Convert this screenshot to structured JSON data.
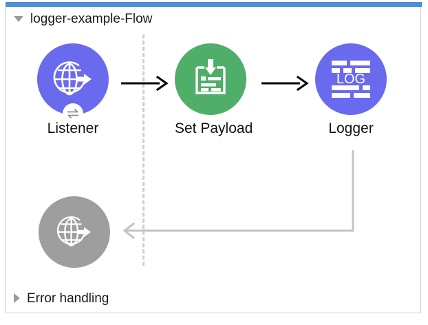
{
  "window": {
    "accent_color": "#4a90d9",
    "border_color": "#c9c9c9",
    "background": "#ffffff"
  },
  "flow": {
    "title": "logger-example-Flow",
    "expanded": true,
    "toggle_icon": "triangle-down-icon",
    "lifeline_icon": "dashed-lifeline"
  },
  "error_section": {
    "title": "Error handling",
    "expanded": false,
    "toggle_icon": "triangle-right-icon"
  },
  "nodes": [
    {
      "id": "listener",
      "label": "Listener",
      "color": "#6a6aee",
      "icon": "globe-arrow-icon",
      "badge_icon": "exchange-arrows-icon",
      "enabled": true
    },
    {
      "id": "set-payload",
      "label": "Set Payload",
      "color": "#4fae68",
      "icon": "document-down-arrow-icon",
      "badge_icon": null,
      "enabled": true
    },
    {
      "id": "logger",
      "label": "Logger",
      "color": "#6a6aee",
      "icon": "log-lines-icon",
      "icon_text": "LOG",
      "badge_icon": null,
      "enabled": true
    },
    {
      "id": "error-listener",
      "label": "",
      "color": "#9e9e9e",
      "icon": "globe-arrow-icon",
      "badge_icon": null,
      "enabled": false
    }
  ],
  "connectors": [
    {
      "id": "listener-to-set-payload",
      "from": "listener",
      "to": "set-payload",
      "color": "#000000",
      "style": "solid-arrow"
    },
    {
      "id": "set-payload-to-logger",
      "from": "set-payload",
      "to": "logger",
      "color": "#000000",
      "style": "solid-arrow"
    },
    {
      "id": "logger-to-error-listener",
      "from": "logger",
      "to": "error-listener",
      "color": "#c4c4c4",
      "style": "elbow-arrow"
    }
  ]
}
